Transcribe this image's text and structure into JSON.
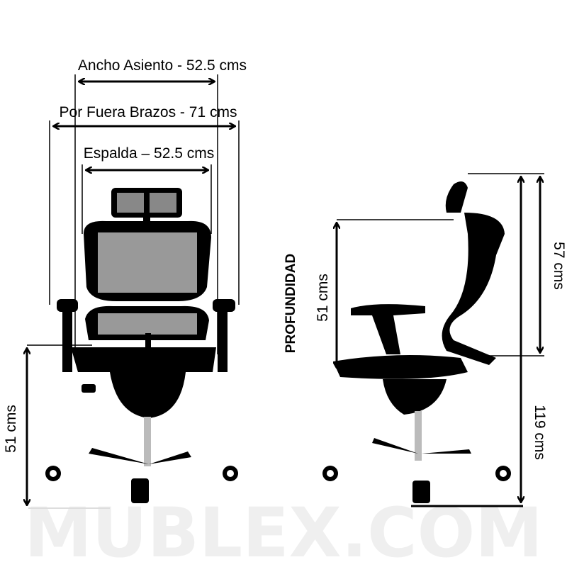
{
  "front_view": {
    "seat_width_label": "Ancho Asiento - 52.5 cms",
    "outer_arms_label": "Por Fuera Brazos - 71 cms",
    "backrest_label": "Espalda – 52.5 cms",
    "seat_height_label": "51 cms"
  },
  "side_view": {
    "depth_title": "PROFUNDIDAD",
    "depth_label": "51 cms",
    "backrest_height_label": "57 cms",
    "total_height_label": "119 cms"
  },
  "watermark": "MUBLEX.COM",
  "colors": {
    "ink": "#000000",
    "watermark": "#efefef"
  }
}
